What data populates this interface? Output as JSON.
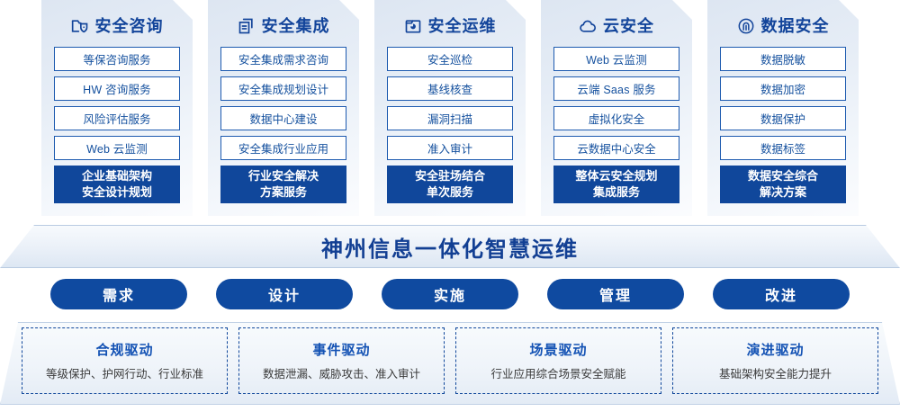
{
  "columns": [
    {
      "icon": "folder-shield-icon",
      "title": "安全咨询",
      "items": [
        "等保咨询服务",
        "HW 咨询服务",
        "风险评估服务",
        "Web 云监测"
      ],
      "summary_line1": "企业基础架构",
      "summary_line2": "安全设计规划"
    },
    {
      "icon": "stacked-documents-icon",
      "title": "安全集成",
      "items": [
        "安全集成需求咨询",
        "安全集成规划设计",
        "数据中心建设",
        "安全集成行业应用"
      ],
      "summary_line1": "行业安全解决",
      "summary_line2": "方案服务"
    },
    {
      "icon": "folder-chart-icon",
      "title": "安全运维",
      "items": [
        "安全巡检",
        "基线核查",
        "漏洞扫描",
        "准入审计"
      ],
      "summary_line1": "安全驻场结合",
      "summary_line2": "单次服务"
    },
    {
      "icon": "cloud-icon",
      "title": "云安全",
      "items": [
        "Web 云监测",
        "云端 Saas 服务",
        "虚拟化安全",
        "云数据中心安全"
      ],
      "summary_line1": "整体云安全规划",
      "summary_line2": "集成服务"
    },
    {
      "icon": "fingerprint-icon",
      "title": "数据安全",
      "items": [
        "数据脱敏",
        "数据加密",
        "数据保护",
        "数据标签"
      ],
      "summary_line1": "数据安全综合",
      "summary_line2": "解决方案"
    }
  ],
  "banner": {
    "text": "神州信息一体化智慧运维"
  },
  "phases": [
    {
      "label": "需求"
    },
    {
      "label": "设计"
    },
    {
      "label": "实施"
    },
    {
      "label": "管理"
    },
    {
      "label": "改进"
    }
  ],
  "drivers": [
    {
      "title": "合规驱动",
      "subtitle": "等级保护、护网行动、行业标准"
    },
    {
      "title": "事件驱动",
      "subtitle": "数据泄漏、威胁攻击、准入审计"
    },
    {
      "title": "场景驱动",
      "subtitle": "行业应用综合场景安全赋能"
    },
    {
      "title": "演进驱动",
      "subtitle": "基础架构安全能力提升"
    }
  ],
  "colors": {
    "primary_blue": "#10479b",
    "title_blue": "#12449a",
    "item_border": "#1e5bb0",
    "pill_blue": "#0f4aa0",
    "driver_title": "#1352b4"
  }
}
